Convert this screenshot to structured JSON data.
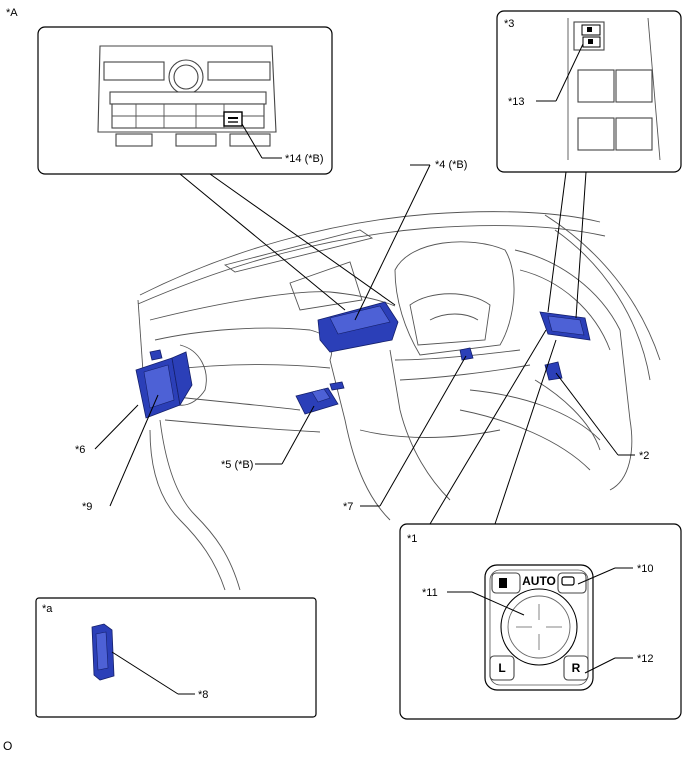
{
  "diagram": {
    "figure_label": "*A",
    "footer_mark": "O",
    "callouts": {
      "c1": "*1",
      "c2": "*2",
      "c3": "*3",
      "c4": "*4 (*B)",
      "c5": "*5 (*B)",
      "c6": "*6",
      "c7": "*7",
      "c8": "*8",
      "c9": "*9",
      "c10": "*10",
      "c11": "*11",
      "c12": "*12",
      "c13": "*13",
      "c14": "*14 (*B)",
      "ca": "*a"
    },
    "mirror_switch": {
      "auto_label": "AUTO",
      "left_label": "L",
      "right_label": "R"
    },
    "part_color": "#2b3fb8"
  }
}
